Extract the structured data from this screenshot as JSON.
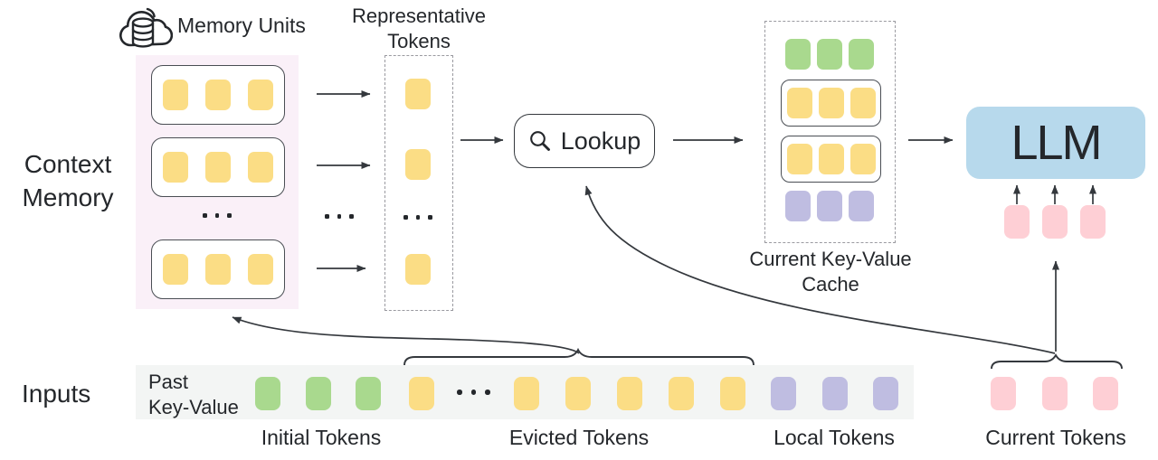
{
  "labels": {
    "memory_units": "Memory Units",
    "representative_line1": "Representative",
    "representative_line2": "Tokens",
    "context_memory_line1": "Context",
    "context_memory_line2": "Memory",
    "lookup": "Lookup",
    "current_kv_line1": "Current Key-Value",
    "current_kv_line2": "Cache",
    "llm": "LLM",
    "inputs": "Inputs",
    "past_kv_line1": "Past",
    "past_kv_line2": "Key-Value",
    "initial_tokens": "Initial Tokens",
    "evicted_tokens": "Evicted Tokens",
    "local_tokens": "Local Tokens",
    "current_tokens": "Current Tokens",
    "ellipsis": "..."
  },
  "colors": {
    "yellow": "#FBDD85",
    "green": "#A9D98E",
    "purple": "#BFBDE1",
    "pink": "#FECFD5",
    "llm_blue": "#B7D9EC",
    "memory_bg": "#FAF0F8",
    "strip_bg": "#F3F5F4",
    "ink": "#24272B",
    "line": "#34383D",
    "row_border": "#4A4E54",
    "dash": "#9A9AA0"
  },
  "token_groups": {
    "memory_row": {
      "count": 3,
      "color": "yellow"
    },
    "cache_top": {
      "count": 3,
      "color": "green"
    },
    "cache_mid": {
      "count": 3,
      "color": "yellow"
    },
    "cache_bottom": {
      "count": 3,
      "color": "purple"
    },
    "llm_inputs": {
      "count": 3,
      "color": "pink",
      "size": "lg"
    },
    "initial": {
      "count": 3,
      "color": "green",
      "size": "lg"
    },
    "evicted_head": {
      "count": 1,
      "color": "yellow",
      "size": "lg"
    },
    "evicted_tail": {
      "count": 5,
      "color": "yellow",
      "size": "lg"
    },
    "local": {
      "count": 3,
      "color": "purple",
      "size": "lg"
    },
    "current": {
      "count": 3,
      "color": "pink",
      "size": "lg"
    }
  }
}
